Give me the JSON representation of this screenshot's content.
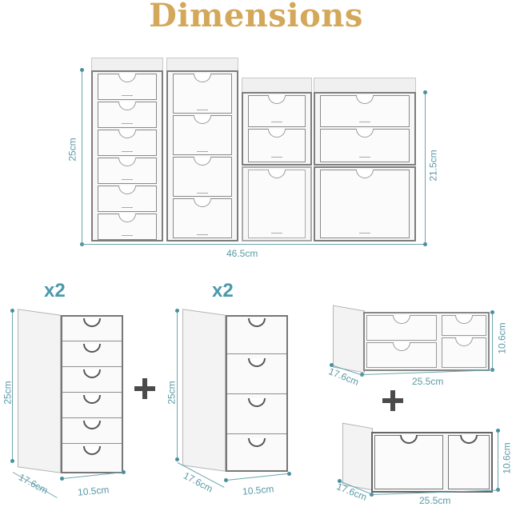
{
  "title": "Dimensions",
  "colors": {
    "title": "#d4a85a",
    "dimension": "#5a9aa6",
    "multiplier": "#4a9aab",
    "plus": "#4a4a4a"
  },
  "combined_set": {
    "height_label": "25cm",
    "width_label": "46.5cm",
    "right_height_label": "21.5cm",
    "units": [
      {
        "name": "6-drawer tower",
        "drawers": 6
      },
      {
        "name": "4-drawer tower",
        "drawers": 4
      },
      {
        "name": "3-drawer cube left",
        "drawers": 3
      },
      {
        "name": "3-drawer cube right",
        "drawers": 3
      }
    ]
  },
  "components": [
    {
      "quantity": "x2",
      "drawers": 6,
      "height_label": "25cm",
      "depth_label": "17.6cm",
      "width_label": "10.5cm"
    },
    {
      "quantity": "x2",
      "drawers": 4,
      "height_label": "25cm",
      "depth_label": "17.6cm",
      "width_label": "10.5cm"
    },
    {
      "quantity": "",
      "drawers": 4,
      "height_label": "10.6cm",
      "depth_label": "17.6cm",
      "width_label": "25.5cm"
    },
    {
      "quantity": "",
      "drawers": 2,
      "height_label": "10.6cm",
      "depth_label": "17.6cm",
      "width_label": "25.5cm"
    }
  ],
  "symbols": {
    "plus_1": "plus-icon",
    "plus_2": "plus-icon",
    "plus_3": "plus-icon"
  }
}
